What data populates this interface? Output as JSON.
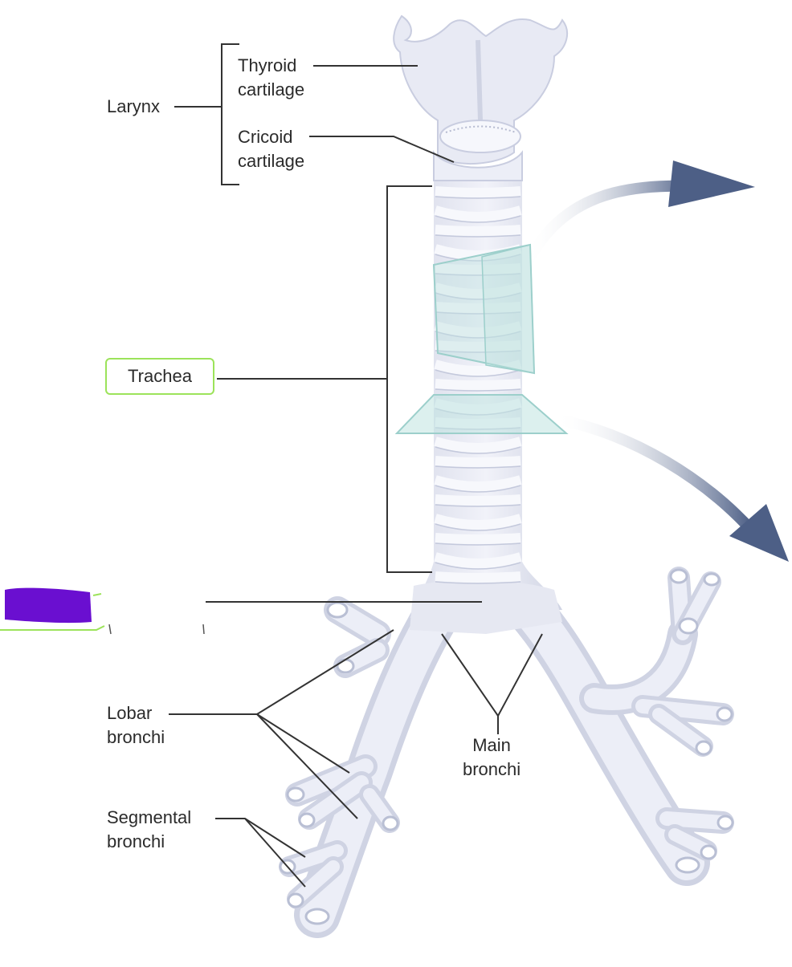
{
  "labels": {
    "larynx": "Larynx",
    "thyroid_cartilage": "Thyroid\ncartilage",
    "cricoid_cartilage": "Cricoid\ncartilage",
    "trachea": "Trachea",
    "lobar_bronchi": "Lobar\nbronchi",
    "main_bronchi": "Main\nbronchi",
    "segmental_bronchi": "Segmental\nbronchi"
  },
  "colors": {
    "highlight_box": "#9ce35a",
    "redaction": "#6a0fd0",
    "leader_lines": "#333333",
    "tissue": "#e6e8f2",
    "cartilage_ring": "#f4f5fb",
    "arrow": "#4d5f86",
    "section_plane": "#bfe3e0"
  },
  "icons": {
    "redaction_mark": "purple-redaction-block"
  }
}
